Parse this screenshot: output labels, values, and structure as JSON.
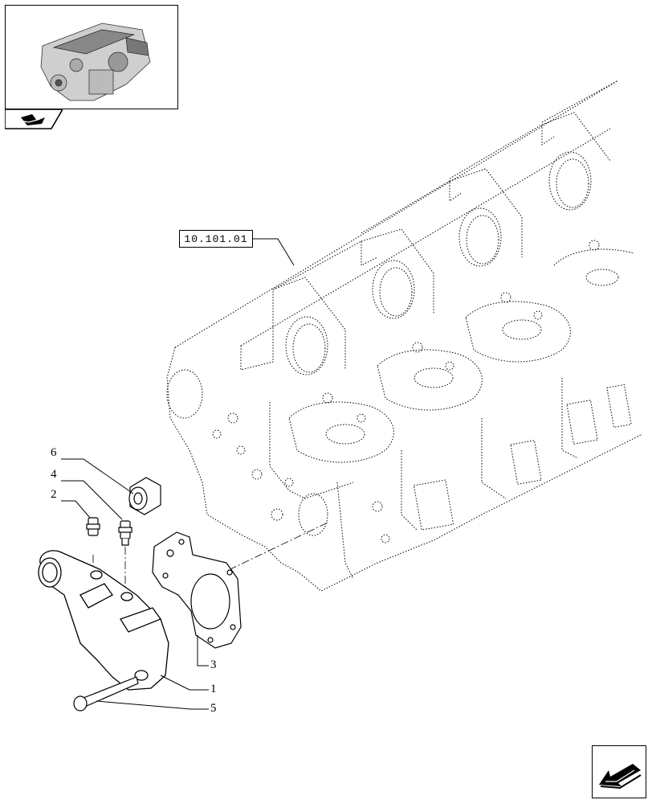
{
  "reference": {
    "label": "10.101.01"
  },
  "callouts": [
    {
      "id": "6",
      "label": "6"
    },
    {
      "id": "4",
      "label": "4"
    },
    {
      "id": "2",
      "label": "2"
    },
    {
      "id": "3",
      "label": "3"
    },
    {
      "id": "1",
      "label": "1"
    },
    {
      "id": "5",
      "label": "5"
    }
  ],
  "icons": {
    "thumbnail": "engine-thumbnail-icon",
    "selector": "book-arrow-icon",
    "navigation": "next-page-arrow-icon"
  }
}
